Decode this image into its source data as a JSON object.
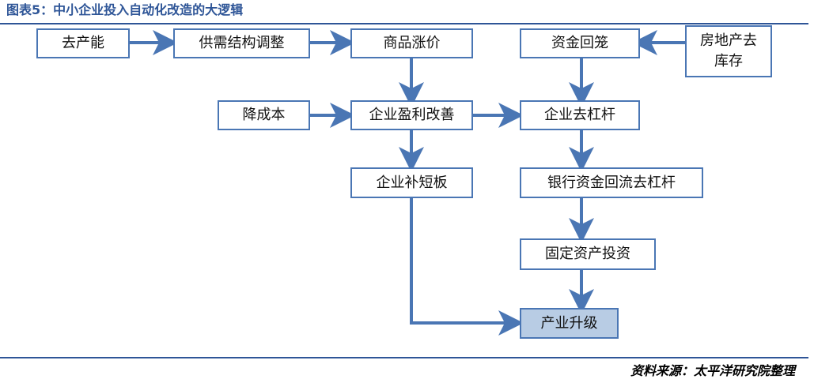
{
  "header": {
    "title": "图表5：中小企业投入自动化改造的大逻辑"
  },
  "footer": {
    "source": "资料来源：太平洋研究院整理"
  },
  "colors": {
    "accent": "#2e5597",
    "box_border": "#4a76b4",
    "arrow": "#4a76b4",
    "highlight_fill": "#b8cce4"
  },
  "nodes": {
    "cut_capacity": "去产能",
    "supply_structure": "供需结构调整",
    "price_rise": "商品涨价",
    "capital_return": "资金回笼",
    "real_estate": "房地产去库存",
    "cut_cost": "降成本",
    "profit_improve": "企业盈利改善",
    "deleverage": "企业去杠杆",
    "fill_gaps": "企业补短板",
    "bank_capital": "银行资金回流去杠杆",
    "fixed_investment": "固定资产投资",
    "upgrade": "产业升级"
  }
}
